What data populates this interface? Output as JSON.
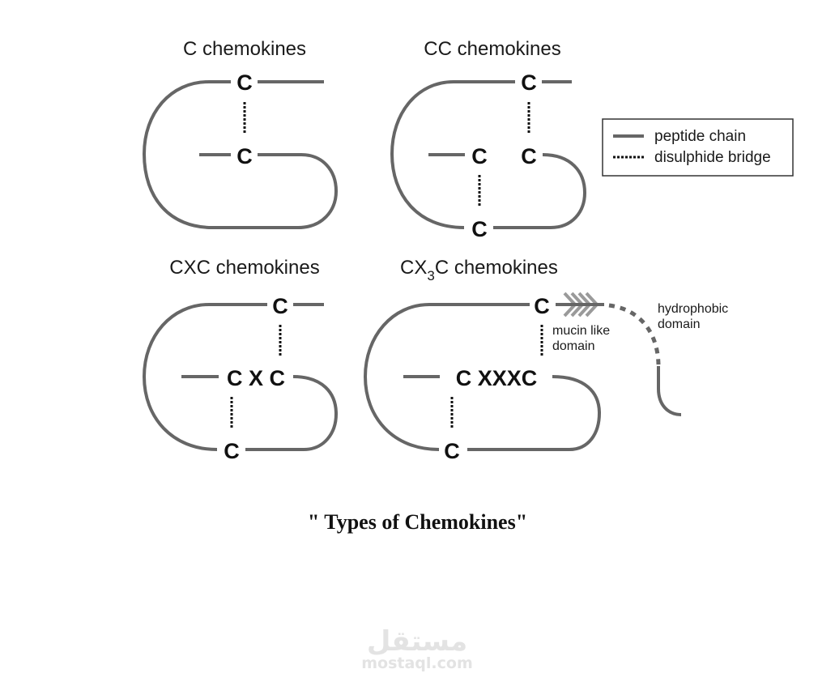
{
  "panels": {
    "c": {
      "title": "C chemokines",
      "residues": [
        "C",
        "C"
      ]
    },
    "cc": {
      "title": "CC chemokines",
      "residues": [
        "C",
        "C",
        "C",
        "C"
      ]
    },
    "cxc": {
      "title": "CXC chemokines",
      "motif": "C X C",
      "residues": [
        "C",
        "C"
      ]
    },
    "cx3c": {
      "title_prefix": "CX",
      "title_sub": "3",
      "title_suffix": "C chemokines",
      "motif": "C XXXC",
      "residues": [
        "C",
        "C"
      ],
      "mucin_label_line1": "mucin like",
      "mucin_label_line2": "domain",
      "hydrophobic_label_line1": "hydrophobic",
      "hydrophobic_label_line2": "domain"
    }
  },
  "legend": {
    "items": [
      {
        "label": "peptide chain",
        "style": "solid"
      },
      {
        "label": "disulphide bridge",
        "style": "dotted"
      }
    ]
  },
  "caption": "\" Types of Chemokines\"",
  "watermark": {
    "arabic": "مستقل",
    "latin": "mostaql.com"
  },
  "colors": {
    "chain": "#666666",
    "bridge": "#111111",
    "mucin": "#9a9a9a"
  }
}
